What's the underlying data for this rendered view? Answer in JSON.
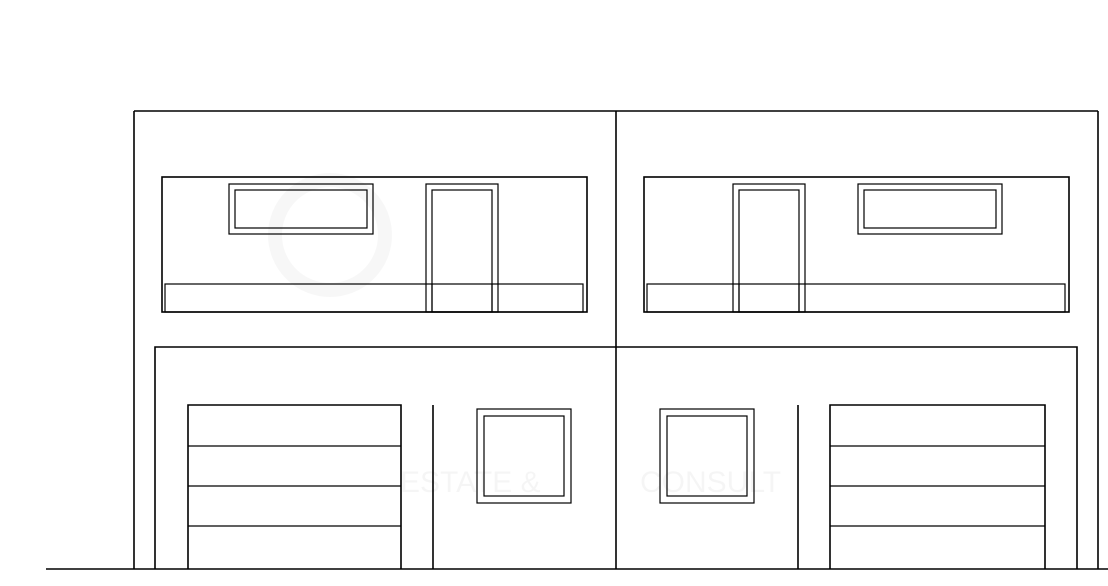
{
  "drawing": {
    "subject": "Two-storey semi-detached house front elevation line drawing",
    "colors": {
      "line": "#000000",
      "background": "#ffffff",
      "glass_light": "#f2f8fb",
      "glass_dark": "#c9cccf",
      "glass_mid": "#dfe6ea"
    }
  },
  "watermark": {
    "text_left": "ESTATE &",
    "text_right": "CONSULT"
  }
}
